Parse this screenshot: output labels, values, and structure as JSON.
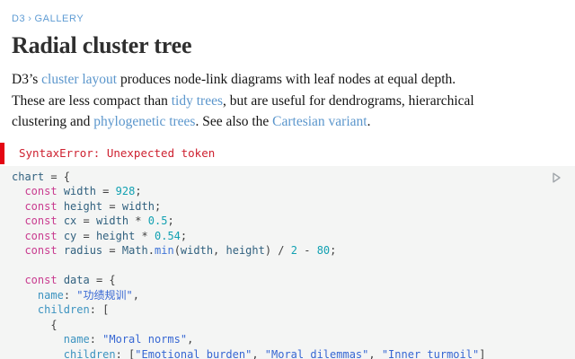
{
  "breadcrumb": {
    "items": [
      "D3",
      "GALLERY"
    ],
    "separator": "›"
  },
  "page": {
    "title": "Radial cluster tree"
  },
  "intro": {
    "segments": [
      {
        "text": "D3’s "
      },
      {
        "text": "cluster layout",
        "link": true
      },
      {
        "text": " produces node-link diagrams with leaf nodes at equal depth."
      },
      {
        "br": true
      },
      {
        "text": "These are less compact than "
      },
      {
        "text": "tidy trees",
        "link": true
      },
      {
        "text": ", but are useful for dendrograms, hierarchical"
      },
      {
        "br": true
      },
      {
        "text": "clustering and "
      },
      {
        "text": "phylogenetic trees",
        "link": true
      },
      {
        "text": ". See also the "
      },
      {
        "text": "Cartesian variant",
        "link": true
      },
      {
        "text": "."
      }
    ]
  },
  "error": {
    "message": "SyntaxError: Unexpected token"
  },
  "code": {
    "run_icon": "play-outline-icon",
    "lines": [
      [
        {
          "t": "chart",
          "c": "def"
        },
        {
          "t": " = {",
          "c": "pln"
        }
      ],
      [
        {
          "t": "  ",
          "c": "pln"
        },
        {
          "t": "const",
          "c": "kw"
        },
        {
          "t": " ",
          "c": "pln"
        },
        {
          "t": "width",
          "c": "def"
        },
        {
          "t": " = ",
          "c": "pln"
        },
        {
          "t": "928",
          "c": "num"
        },
        {
          "t": ";",
          "c": "pln"
        }
      ],
      [
        {
          "t": "  ",
          "c": "pln"
        },
        {
          "t": "const",
          "c": "kw"
        },
        {
          "t": " ",
          "c": "pln"
        },
        {
          "t": "height",
          "c": "def"
        },
        {
          "t": " = ",
          "c": "pln"
        },
        {
          "t": "width",
          "c": "def"
        },
        {
          "t": ";",
          "c": "pln"
        }
      ],
      [
        {
          "t": "  ",
          "c": "pln"
        },
        {
          "t": "const",
          "c": "kw"
        },
        {
          "t": " ",
          "c": "pln"
        },
        {
          "t": "cx",
          "c": "def"
        },
        {
          "t": " = ",
          "c": "pln"
        },
        {
          "t": "width",
          "c": "def"
        },
        {
          "t": " * ",
          "c": "pln"
        },
        {
          "t": "0.5",
          "c": "num"
        },
        {
          "t": ";",
          "c": "pln"
        }
      ],
      [
        {
          "t": "  ",
          "c": "pln"
        },
        {
          "t": "const",
          "c": "kw"
        },
        {
          "t": " ",
          "c": "pln"
        },
        {
          "t": "cy",
          "c": "def"
        },
        {
          "t": " = ",
          "c": "pln"
        },
        {
          "t": "height",
          "c": "def"
        },
        {
          "t": " * ",
          "c": "pln"
        },
        {
          "t": "0.54",
          "c": "num"
        },
        {
          "t": ";",
          "c": "pln"
        }
      ],
      [
        {
          "t": "  ",
          "c": "pln"
        },
        {
          "t": "const",
          "c": "kw"
        },
        {
          "t": " ",
          "c": "pln"
        },
        {
          "t": "radius",
          "c": "def"
        },
        {
          "t": " = ",
          "c": "pln"
        },
        {
          "t": "Math",
          "c": "def"
        },
        {
          "t": ".",
          "c": "pln"
        },
        {
          "t": "min",
          "c": "fn"
        },
        {
          "t": "(",
          "c": "pln"
        },
        {
          "t": "width",
          "c": "def"
        },
        {
          "t": ", ",
          "c": "pln"
        },
        {
          "t": "height",
          "c": "def"
        },
        {
          "t": ") / ",
          "c": "pln"
        },
        {
          "t": "2",
          "c": "num"
        },
        {
          "t": " - ",
          "c": "pln"
        },
        {
          "t": "80",
          "c": "num"
        },
        {
          "t": ";",
          "c": "pln"
        }
      ],
      [],
      [
        {
          "t": "  ",
          "c": "pln"
        },
        {
          "t": "const",
          "c": "kw"
        },
        {
          "t": " ",
          "c": "pln"
        },
        {
          "t": "data",
          "c": "def"
        },
        {
          "t": " = {",
          "c": "pln"
        }
      ],
      [
        {
          "t": "    ",
          "c": "pln"
        },
        {
          "t": "name",
          "c": "prop"
        },
        {
          "t": ": ",
          "c": "pln"
        },
        {
          "t": "\"功绩规训\"",
          "c": "str"
        },
        {
          "t": ",",
          "c": "pln"
        }
      ],
      [
        {
          "t": "    ",
          "c": "pln"
        },
        {
          "t": "children",
          "c": "prop"
        },
        {
          "t": ": [",
          "c": "pln"
        }
      ],
      [
        {
          "t": "      {",
          "c": "pln"
        }
      ],
      [
        {
          "t": "        ",
          "c": "pln"
        },
        {
          "t": "name",
          "c": "prop"
        },
        {
          "t": ": ",
          "c": "pln"
        },
        {
          "t": "\"Moral norms\"",
          "c": "str"
        },
        {
          "t": ",",
          "c": "pln"
        }
      ],
      [
        {
          "t": "        ",
          "c": "pln"
        },
        {
          "t": "children",
          "c": "prop"
        },
        {
          "t": ": [",
          "c": "pln"
        },
        {
          "t": "\"Emotional burden\"",
          "c": "str"
        },
        {
          "t": ", ",
          "c": "pln"
        },
        {
          "t": "\"Moral dilemmas\"",
          "c": "str"
        },
        {
          "t": ", ",
          "c": "pln"
        },
        {
          "t": "\"Inner turmoil\"",
          "c": "str"
        },
        {
          "t": "]",
          "c": "pln"
        }
      ]
    ]
  },
  "colors": {
    "breadcrumb_blue": "#5f9cd4",
    "link_blue": "#5b96cc",
    "title_color": "#2f2f2f",
    "error_text_red": "#ce2130",
    "error_bar_red": "#e40613",
    "code_background": "#f4f5f4",
    "token_keyword": "#c93b8f",
    "token_variable": "#31617f",
    "token_number": "#12a1b2",
    "token_property": "#3c93c0",
    "token_string": "#3767d3",
    "token_function": "#3f74d7"
  }
}
